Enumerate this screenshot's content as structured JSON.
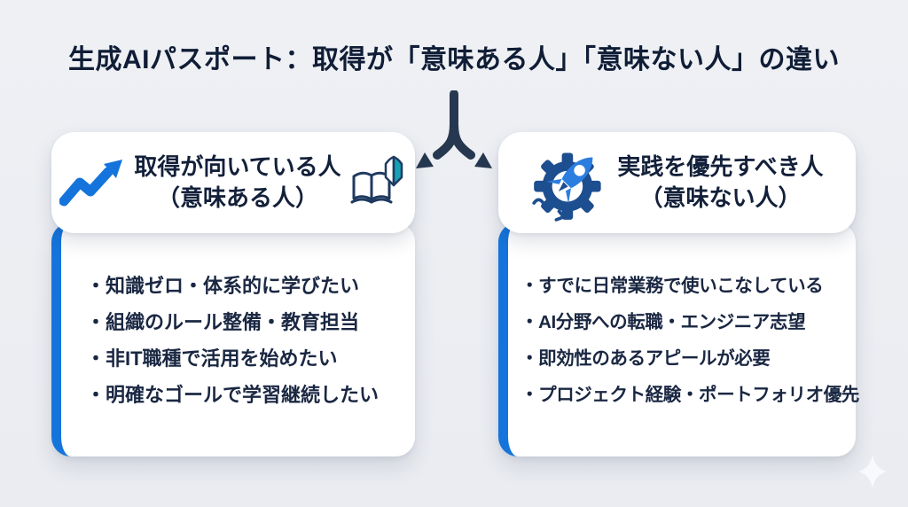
{
  "title": "生成AIパスポート：取得が「意味ある人」「意味ない人」の違い",
  "left_card": {
    "heading_line1": "取得が向いている人",
    "heading_line2": "（意味ある人）",
    "items": [
      "・知識ゼロ・体系的に学びたい",
      "・組織のルール整備・教育担当",
      "・非IT職種で活用を始めたい",
      "・明確なゴールで学習継続したい"
    ]
  },
  "right_card": {
    "heading_line1": "実践を優先すべき人",
    "heading_line2": "（意味ない人）",
    "items": [
      "・すでに日常業務で使いこなしている",
      "・AI分野への転職・エンジニア志望",
      "・即効性のあるアピールが必要",
      "・プロジェクト経験・ポートフォリオ優先"
    ]
  },
  "icons": {
    "branch_arrow": "branch-arrow-icon",
    "left_leading": "trending-up-icon",
    "left_trailing": "open-book-beginner-icon",
    "right_leading": "gear-rocket-icon",
    "decoration": "sparkle-icon"
  },
  "colors": {
    "background": "#eceef2",
    "card": "#ffffff",
    "accent_blue": "#1574dc",
    "title_navy": "#101d36",
    "list_text": "#1a2742",
    "arrow_navy": "#26384f",
    "gear_navy": "#1d4e8f",
    "rocket_blue": "#2b7de0",
    "beginner_teal": "#17a2b4"
  }
}
